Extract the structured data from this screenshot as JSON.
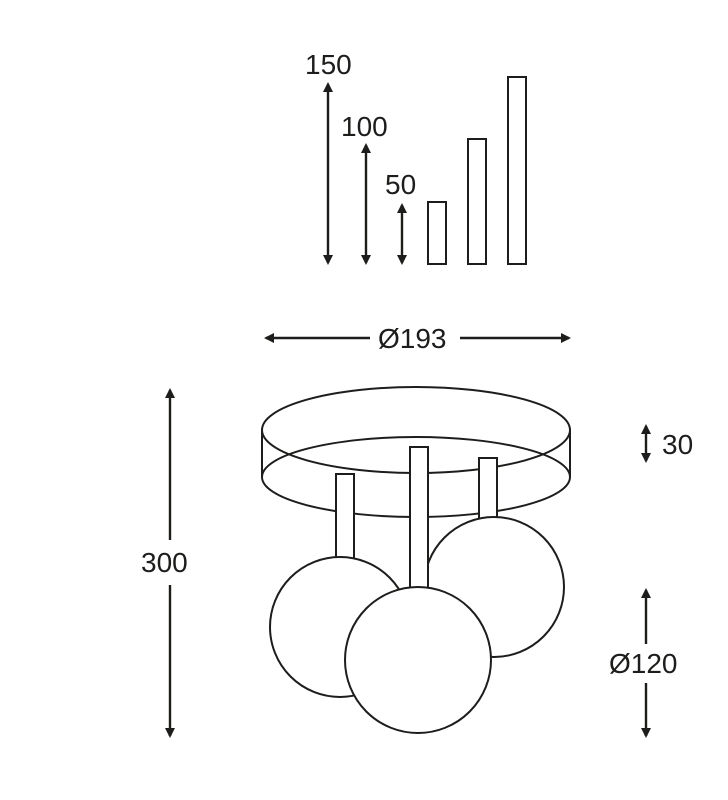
{
  "rod_lengths": {
    "long_label": "150",
    "medium_label": "100",
    "short_label": "50"
  },
  "canopy": {
    "diameter_label": "Ø193",
    "thickness_label": "30"
  },
  "overall": {
    "height_label": "300"
  },
  "shade": {
    "diameter_label": "Ø120"
  }
}
